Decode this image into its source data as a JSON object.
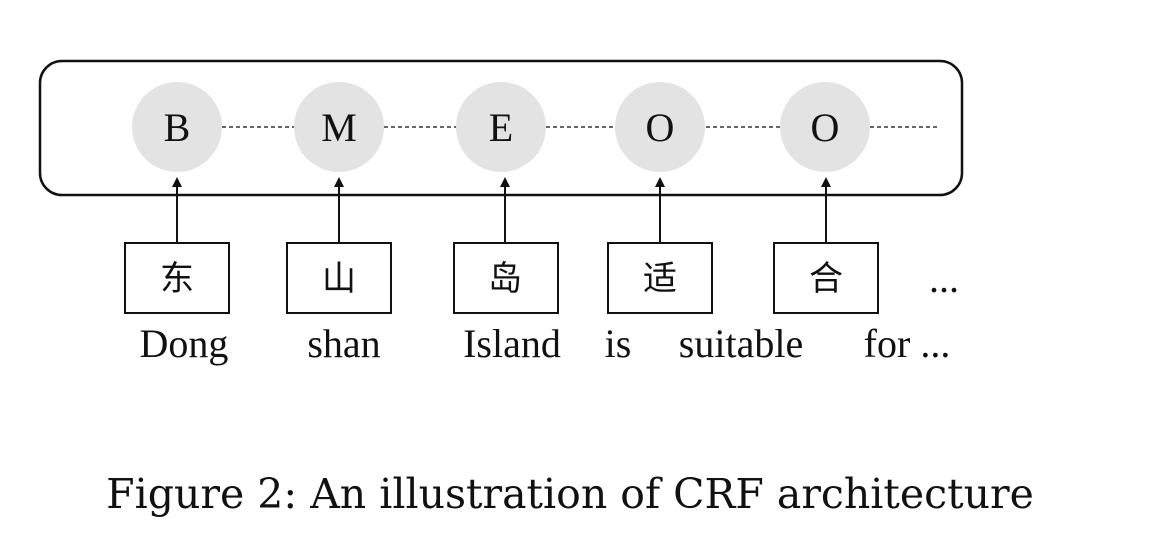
{
  "diagram": {
    "tags": [
      "B",
      "M",
      "E",
      "O",
      "O"
    ],
    "characters": [
      "东",
      "山",
      "岛",
      "适",
      "合"
    ],
    "characters_ellipsis": "...",
    "words": [
      "Dong",
      "shan",
      "Island",
      "is",
      "suitable",
      "for ..."
    ],
    "caption": "Figure 2: An illustration of CRF architecture",
    "colors": {
      "node_fill": "#e3e3e3",
      "stroke": "#111111",
      "background": "#ffffff"
    }
  }
}
